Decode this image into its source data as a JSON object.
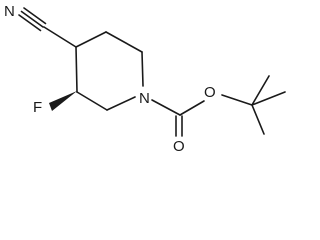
{
  "molecule": {
    "atoms": {
      "nitrogen_nitrile": "N",
      "fluorine": "F",
      "nitrogen_ring": "N",
      "oxygen_ester": "O",
      "oxygen_carbonyl": "O"
    }
  }
}
